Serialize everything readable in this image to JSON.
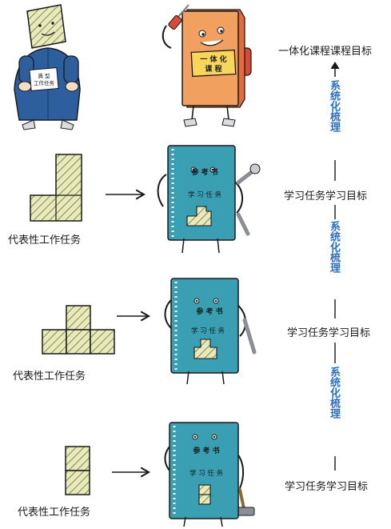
{
  "top_label": "一体化课程课程目标",
  "badge_text": {
    "line1": "典 型",
    "line2": "工作任务"
  },
  "sign_text": {
    "line1": "一 体 化",
    "line2": "课 程"
  },
  "book_cover_text": {
    "line1": "参 考 书",
    "line2": "学 习 任 务"
  },
  "task_label": "代表性工作任务",
  "goal_label": "学习任务学习目标",
  "sort_label": "系统化梳理",
  "colors": {
    "book_teal": "#3a9fb3",
    "book_orange": "#f2a060",
    "overalls_blue": "#2d5f9e",
    "hatch_fill": "#e8ebb7",
    "blue_text": "#2a6fc0",
    "ink": "#1a1a1a"
  },
  "icons": [
    "wrench-icon",
    "screwdriver-icon",
    "hammer-icon",
    "arrow-right-icon",
    "arrow-up-icon"
  ]
}
